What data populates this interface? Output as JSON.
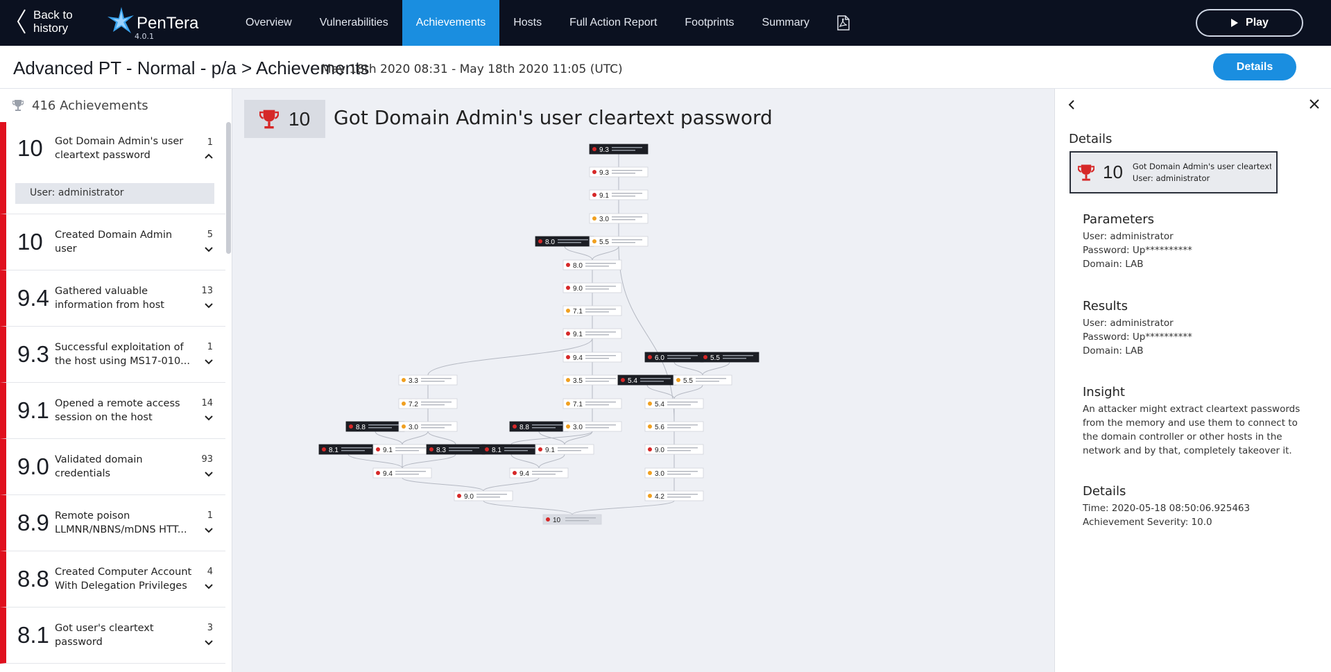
{
  "nav": {
    "back_label_line1": "Back to",
    "back_label_line2": "history",
    "brand": "PenTera",
    "version": "4.0.1",
    "tabs": [
      {
        "label": "Overview",
        "active": false
      },
      {
        "label": "Vulnerabilities",
        "active": false
      },
      {
        "label": "Achievements",
        "active": true
      },
      {
        "label": "Hosts",
        "active": false
      },
      {
        "label": "Full Action Report",
        "active": false
      },
      {
        "label": "Footprints",
        "active": false
      },
      {
        "label": "Summary",
        "active": false
      }
    ],
    "pdf_icon": "pdf-icon",
    "play_label": "Play"
  },
  "header": {
    "title": "Advanced PT - Normal - p/a > Achievements",
    "range": "May 18th 2020 08:31 - May 18th 2020 11:05 (UTC)",
    "details_label": "Details"
  },
  "sidebar": {
    "count_label": "416 Achievements",
    "items": [
      {
        "score": "10",
        "label": "Got Domain Admin's user cleartext password",
        "count": "1",
        "expanded": true,
        "sub": "User: administrator"
      },
      {
        "score": "10",
        "label": "Created Domain Admin user",
        "count": "5"
      },
      {
        "score": "9.4",
        "label": "Gathered valuable information from host",
        "count": "13"
      },
      {
        "score": "9.3",
        "label": "Successful exploitation of the host using MS17-010...",
        "count": "1"
      },
      {
        "score": "9.1",
        "label": "Opened a remote access session on the host",
        "count": "14"
      },
      {
        "score": "9.0",
        "label": "Validated domain credentials",
        "count": "93"
      },
      {
        "score": "8.9",
        "label": "Remote poison LLMNR/NBNS/mDNS HTT...",
        "count": "1"
      },
      {
        "score": "8.8",
        "label": "Created Computer Account With Delegation Privileges",
        "count": "4"
      },
      {
        "score": "8.1",
        "label": "Got user's cleartext password",
        "count": "3"
      }
    ]
  },
  "main": {
    "score": "10",
    "title": "Got Domain Admin's user cleartext password"
  },
  "graph": {
    "colors": {
      "trophy_red": "#d62828",
      "trophy_gold": "#f0a020",
      "vuln_dark": "#1c1e24",
      "edge": "#b4b8c2"
    },
    "nodes": [
      {
        "id": "n0",
        "score": "9.3",
        "kind": "vuln"
      },
      {
        "id": "n1",
        "score": "9.3",
        "kind": "red"
      },
      {
        "id": "n2",
        "score": "9.1",
        "kind": "red"
      },
      {
        "id": "n3",
        "score": "3.0",
        "kind": "gold"
      },
      {
        "id": "n4",
        "score": "8.0",
        "kind": "vuln"
      },
      {
        "id": "n5",
        "score": "5.5",
        "kind": "gold"
      },
      {
        "id": "n6",
        "score": "8.0",
        "kind": "red"
      },
      {
        "id": "n7",
        "score": "9.0",
        "kind": "red"
      },
      {
        "id": "n8",
        "score": "7.1",
        "kind": "gold"
      },
      {
        "id": "n9",
        "score": "9.1",
        "kind": "red"
      },
      {
        "id": "n10",
        "score": "9.4",
        "kind": "red"
      },
      {
        "id": "n11",
        "score": "6.0",
        "kind": "vuln"
      },
      {
        "id": "n12",
        "score": "5.5",
        "kind": "vuln"
      },
      {
        "id": "n13",
        "score": "3.3",
        "kind": "gold"
      },
      {
        "id": "n14",
        "score": "3.5",
        "kind": "gold"
      },
      {
        "id": "n15",
        "score": "5.4",
        "kind": "vuln"
      },
      {
        "id": "n16",
        "score": "5.5",
        "kind": "gold"
      },
      {
        "id": "n17",
        "score": "7.2",
        "kind": "gold"
      },
      {
        "id": "n18",
        "score": "7.1",
        "kind": "gold"
      },
      {
        "id": "n19",
        "score": "5.4",
        "kind": "gold"
      },
      {
        "id": "n20",
        "score": "8.8",
        "kind": "vuln"
      },
      {
        "id": "n21",
        "score": "3.0",
        "kind": "gold"
      },
      {
        "id": "n22",
        "score": "8.8",
        "kind": "vuln"
      },
      {
        "id": "n23",
        "score": "3.0",
        "kind": "gold"
      },
      {
        "id": "n24",
        "score": "5.6",
        "kind": "gold"
      },
      {
        "id": "n25",
        "score": "8.1",
        "kind": "vuln"
      },
      {
        "id": "n26",
        "score": "9.1",
        "kind": "red"
      },
      {
        "id": "n27",
        "score": "8.3",
        "kind": "vuln"
      },
      {
        "id": "n28",
        "score": "8.1",
        "kind": "vuln"
      },
      {
        "id": "n29",
        "score": "9.1",
        "kind": "red"
      },
      {
        "id": "n30",
        "score": "9.0",
        "kind": "red"
      },
      {
        "id": "n31",
        "score": "9.4",
        "kind": "red"
      },
      {
        "id": "n32",
        "score": "9.4",
        "kind": "red"
      },
      {
        "id": "n33",
        "score": "3.0",
        "kind": "gold"
      },
      {
        "id": "n34",
        "score": "9.0",
        "kind": "red"
      },
      {
        "id": "n35",
        "score": "4.2",
        "kind": "gold"
      },
      {
        "id": "n36",
        "score": "10",
        "kind": "red",
        "root": true
      }
    ],
    "edges": [
      [
        "n0",
        "n1"
      ],
      [
        "n1",
        "n2"
      ],
      [
        "n2",
        "n3"
      ],
      [
        "n3",
        "n5"
      ],
      [
        "n4",
        "n6"
      ],
      [
        "n5",
        "n6"
      ],
      [
        "n6",
        "n7"
      ],
      [
        "n7",
        "n8"
      ],
      [
        "n8",
        "n9"
      ],
      [
        "n9",
        "n10"
      ],
      [
        "n9",
        "n13"
      ],
      [
        "n10",
        "n14"
      ],
      [
        "n5",
        "n24"
      ],
      [
        "n11",
        "n16"
      ],
      [
        "n12",
        "n16"
      ],
      [
        "n15",
        "n19"
      ],
      [
        "n16",
        "n19"
      ],
      [
        "n13",
        "n17"
      ],
      [
        "n14",
        "n18"
      ],
      [
        "n17",
        "n21"
      ],
      [
        "n18",
        "n23"
      ],
      [
        "n19",
        "n24"
      ],
      [
        "n20",
        "n26"
      ],
      [
        "n21",
        "n26"
      ],
      [
        "n21",
        "n27"
      ],
      [
        "n22",
        "n29"
      ],
      [
        "n23",
        "n29"
      ],
      [
        "n23",
        "n28"
      ],
      [
        "n24",
        "n30"
      ],
      [
        "n25",
        "n31"
      ],
      [
        "n26",
        "n31"
      ],
      [
        "n27",
        "n31"
      ],
      [
        "n28",
        "n32"
      ],
      [
        "n29",
        "n32"
      ],
      [
        "n30",
        "n33"
      ],
      [
        "n31",
        "n34"
      ],
      [
        "n32",
        "n34"
      ],
      [
        "n33",
        "n35"
      ],
      [
        "n34",
        "n36"
      ],
      [
        "n35",
        "n36"
      ]
    ]
  },
  "details": {
    "section_title": "Details",
    "card_score": "10",
    "card_title": "Got Domain Admin's user cleartext ...",
    "card_sub": "User: administrator",
    "parameters_title": "Parameters",
    "parameters": [
      "User: administrator",
      "Password: Up**********",
      "Domain: LAB"
    ],
    "results_title": "Results",
    "results": [
      "User: administrator",
      "Password: Up**********",
      "Domain: LAB"
    ],
    "insight_title": "Insight",
    "insight": "An attacker might extract cleartext passwords from the memory and use them to connect to the domain controller or other hosts in the network and by that, completely takeover it.",
    "details_title": "Details",
    "details_lines": [
      "Time: 2020-05-18 08:50:06.925463",
      "Achievement Severity: 10.0"
    ]
  }
}
